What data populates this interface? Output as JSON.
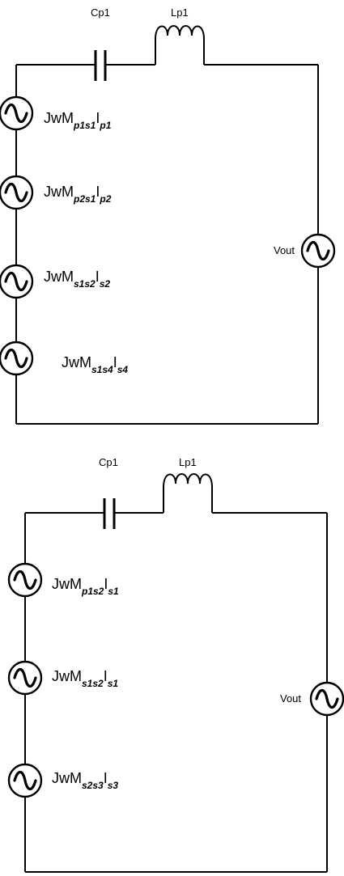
{
  "circuits": [
    {
      "cap_label": "Cp1",
      "ind_label": "Lp1",
      "vout_label": "Vout",
      "sources": [
        {
          "base": "JwM",
          "m_sub": "p1s1",
          "i_base": "I",
          "i_sub": "p1"
        },
        {
          "base": "JwM",
          "m_sub": "p2s1",
          "i_base": "I",
          "i_sub": "p2"
        },
        {
          "base": "JwM",
          "m_sub": "s1s2",
          "i_base": "I",
          "i_sub": "s2"
        },
        {
          "base": "JwM",
          "m_sub": "s1s4",
          "i_base": "I",
          "i_sub": "s4"
        }
      ]
    },
    {
      "cap_label": "Cp1",
      "ind_label": "Lp1",
      "vout_label": "Vout",
      "sources": [
        {
          "base": "JwM",
          "m_sub": "p1s2",
          "i_base": "I",
          "i_sub": "s1"
        },
        {
          "base": "JwM",
          "m_sub": "s1s2",
          "i_base": "I",
          "i_sub": "s1"
        },
        {
          "base": "JwM",
          "m_sub": "s2s3",
          "i_base": "I",
          "i_sub": "s3"
        }
      ]
    }
  ]
}
